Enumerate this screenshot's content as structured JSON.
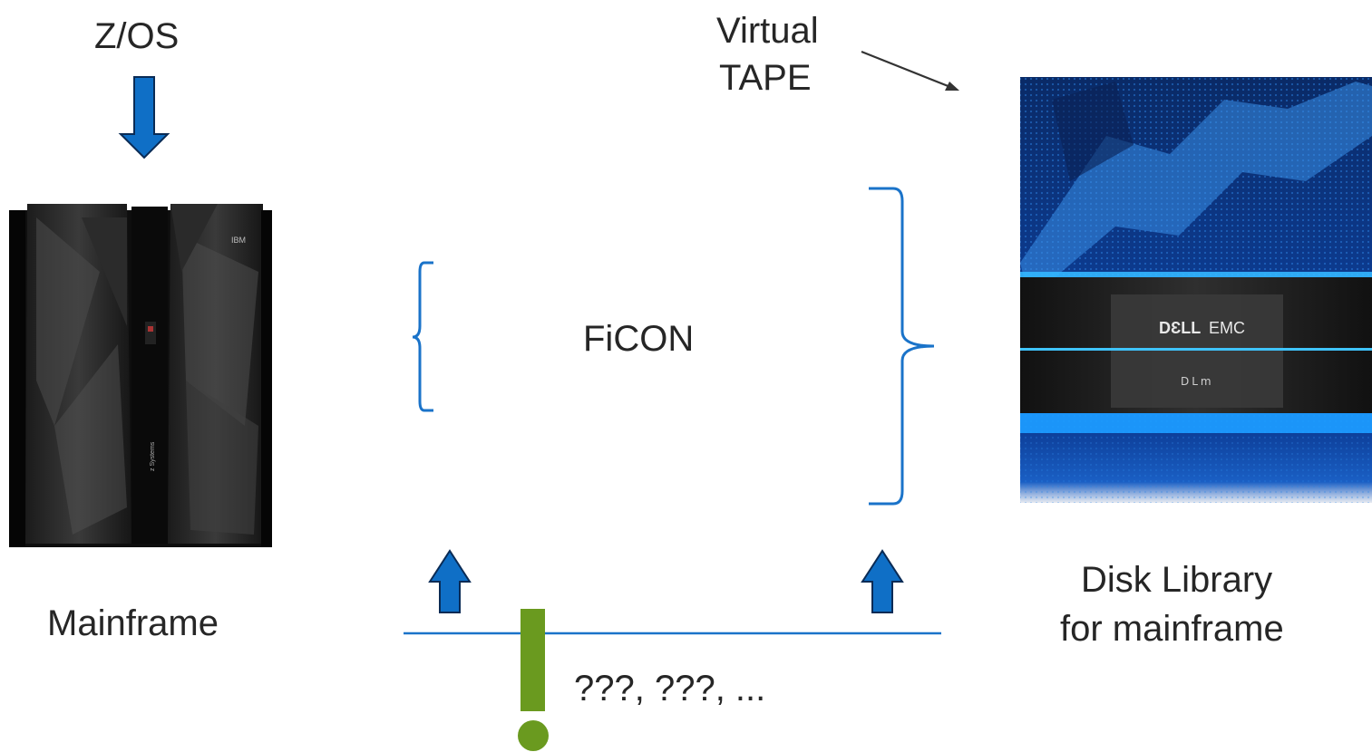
{
  "labels": {
    "os": "Z/OS",
    "virtual_tape_line1": "Virtual",
    "virtual_tape_line2": "TAPE",
    "protocol": "FiCON",
    "mainframe": "Mainframe",
    "disk_library_line1": "Disk Library",
    "disk_library_line2": "for mainframe",
    "unknown": "???, ???, ...",
    "brand": "DƐLLEMC",
    "brand_dell": "DƐLL",
    "brand_emc": "EMC",
    "model": "DLm",
    "ibm_logo": "IBM",
    "z_systems": "z Systems"
  },
  "colors": {
    "blue_arrow": "#0f6fc6",
    "arrow_stroke": "#0a2b55",
    "bracket": "#1a73c9",
    "exclamation": "#6a9a1f",
    "text": "#262626"
  }
}
